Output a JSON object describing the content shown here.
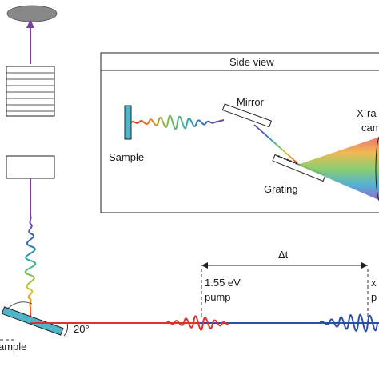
{
  "inset": {
    "title": "Side view",
    "sample_label": "Sample",
    "mirror_label": "Mirror",
    "grating_label": "Grating",
    "camera_label_line1": "X-ra",
    "camera_label_line2": "cam"
  },
  "main": {
    "sample_label": "ample",
    "angle_label": "20°",
    "delay_label": "Δt",
    "pump_label_line1": "1.55 eV",
    "pump_label_line2": "pump",
    "probe_label_line1": "x",
    "probe_label_line2": "p"
  },
  "colors": {
    "pump": "#e03030",
    "probe": "#2b4fa8",
    "sample_fill": "#4fb6c9",
    "beam_vertical": "#7a3fa0",
    "ellipse": "#888888"
  }
}
